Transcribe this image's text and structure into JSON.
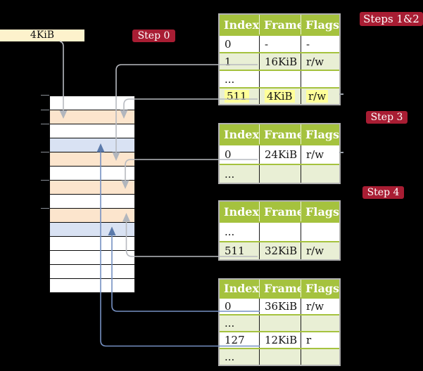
{
  "page_size_label": "4KiB",
  "badges": {
    "step0": {
      "label": "Step 0"
    },
    "steps12": {
      "label": "Steps 1&2"
    },
    "step3": {
      "label": "Step 3"
    },
    "step4": {
      "label": "Step 4"
    }
  },
  "tables": [
    {
      "id": "t1",
      "step": "Steps 1&2",
      "headers": [
        "Index",
        "Frame",
        "Flags"
      ],
      "rows": [
        {
          "cells": [
            "0",
            "-",
            "-"
          ],
          "shaded": false,
          "highlight": false
        },
        {
          "cells": [
            "1",
            "16KiB",
            "r/w"
          ],
          "shaded": true,
          "highlight": false
        },
        {
          "cells": [
            "...",
            "",
            ""
          ],
          "shaded": false,
          "highlight": false
        },
        {
          "cells": [
            "511",
            "4KiB",
            "r/w"
          ],
          "shaded": true,
          "highlight": true
        }
      ]
    },
    {
      "id": "t2",
      "step": "Step 3",
      "headers": [
        "Index",
        "Frame",
        "Flags"
      ],
      "rows": [
        {
          "cells": [
            "0",
            "24KiB",
            "r/w"
          ],
          "shaded": false,
          "highlight": false
        },
        {
          "cells": [
            "...",
            "",
            ""
          ],
          "shaded": true,
          "highlight": false
        }
      ]
    },
    {
      "id": "t3",
      "step": "Step 4",
      "headers": [
        "Index",
        "Frame",
        "Flags"
      ],
      "rows": [
        {
          "cells": [
            "...",
            "",
            ""
          ],
          "shaded": false,
          "highlight": false
        },
        {
          "cells": [
            "511",
            "32KiB",
            "r/w"
          ],
          "shaded": true,
          "highlight": false
        }
      ]
    },
    {
      "id": "t4",
      "step": "",
      "headers": [
        "Index",
        "Frame",
        "Flags"
      ],
      "rows": [
        {
          "cells": [
            "0",
            "36KiB",
            "r/w"
          ],
          "shaded": false,
          "highlight": false
        },
        {
          "cells": [
            "...",
            "",
            ""
          ],
          "shaded": true,
          "highlight": false
        },
        {
          "cells": [
            "127",
            "12KiB",
            "r"
          ],
          "shaded": false,
          "highlight": false
        },
        {
          "cells": [
            "...",
            "",
            ""
          ],
          "shaded": true,
          "highlight": false
        }
      ]
    }
  ],
  "memory": {
    "rows": [
      "empty",
      "page_table",
      "empty",
      "mapped_frame",
      "page_table",
      "empty",
      "page_table",
      "empty",
      "page_table",
      "mapped_frame",
      "empty",
      "empty",
      "empty",
      "empty"
    ]
  },
  "connectors": [
    {
      "id": "label-4kib",
      "color": "gray",
      "source": "4KiB label",
      "target": "memory row 2"
    },
    {
      "id": "t1-row-1",
      "color": "gray",
      "source": "table1 index 1",
      "target": "memory row 5"
    },
    {
      "id": "t1-row-511",
      "color": "gray",
      "source": "table1 index 511",
      "target": "memory row 2"
    },
    {
      "id": "t2-row-0",
      "color": "gray",
      "source": "table2 index 0",
      "target": "memory row 7"
    },
    {
      "id": "t3-row-511",
      "color": "gray",
      "source": "table3 index 511",
      "target": "memory row 9"
    },
    {
      "id": "t4-row-0",
      "color": "blue",
      "source": "table4 index 0",
      "target": "memory row 10"
    },
    {
      "id": "t4-row-127",
      "color": "blue",
      "source": "table4 index 127",
      "target": "memory row 4"
    }
  ],
  "colors": {
    "background": "#000000",
    "badge_red": "#a81d33",
    "header_green": "#a5c23e",
    "row_green": "#e9efd5",
    "page_table_orange": "#fce5cd",
    "mapped_frame_blue": "#d9e2f3",
    "empty_white": "#ffffff",
    "label_cream": "#fdf2cc",
    "highlight_yellow": "#ffff99",
    "connector_gray": "#b7bac0",
    "connector_blue": "#7590c2"
  }
}
